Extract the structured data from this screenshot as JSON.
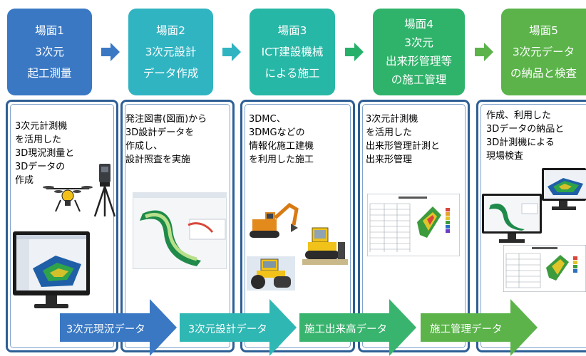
{
  "colors": {
    "stage1": "#3a78c4",
    "stage2": "#30b4c2",
    "stage3": "#27b7a6",
    "stage4": "#2fb36a",
    "stage5": "#5bb34a",
    "panel_border": "#2e5f96",
    "arrow_blue": "#3a78c4",
    "arrow_teal": "#2fb7b3",
    "arrow_green": "#38b46e",
    "arrow_lime": "#5bb34a"
  },
  "stages": [
    {
      "header_lines": [
        "場面1",
        "3次元",
        "起工測量"
      ],
      "body_lines": [
        "3次元計測機",
        "を活用した",
        "3D現況測量と",
        "3Dデータの",
        "作成"
      ]
    },
    {
      "header_lines": [
        "場面2",
        "3次元設計",
        "データ作成"
      ],
      "body_lines": [
        "発注図書(図面)から",
        "3D設計データを",
        "作成し、",
        "設計照査を実施"
      ]
    },
    {
      "header_lines": [
        "場面3",
        "ICT建設機械",
        "による施工"
      ],
      "body_lines": [
        "3DMC、",
        "3DMGなどの",
        "情報化施工建機",
        "を利用した施工"
      ]
    },
    {
      "header_lines": [
        "場面4",
        "3次元",
        "出来形管理等",
        "の施工管理"
      ],
      "body_lines": [
        "3次元計測機",
        "を活用した",
        "出来形管理計測と",
        "出来形管理"
      ]
    },
    {
      "header_lines": [
        "場面5",
        "3次元データ",
        "の納品と検査"
      ],
      "body_lines": [
        "作成、利用した",
        "3Dデータの納品と",
        "3D計測機による",
        "現場検査"
      ]
    }
  ],
  "flow_arrows": [
    "3次元現況データ",
    "3次元設計データ",
    "施工出来高データ",
    "施工管理データ"
  ]
}
